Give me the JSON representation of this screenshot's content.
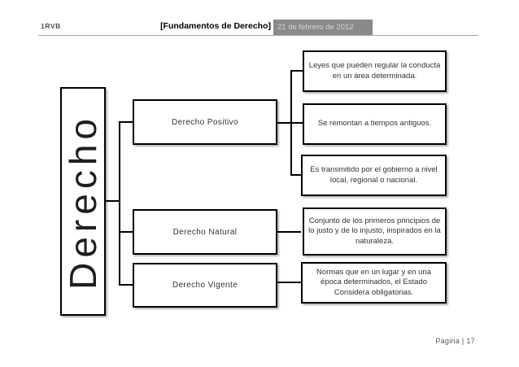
{
  "header": {
    "left_label": "1RVB",
    "course_title": "[Fundamentos de Derecho]",
    "date": "21 de febrero de 2012"
  },
  "footer": {
    "page_label": "Página | 17"
  },
  "colors": {
    "date_badge_bg": "#8a8a8a",
    "date_badge_text": "#d6d6d6",
    "rule": "#a6a6a6",
    "box_border": "#000000",
    "box_bg": "#ffffff",
    "muted_text": "#595959"
  },
  "diagram": {
    "root": {
      "label": "Derecho"
    },
    "branches": [
      {
        "label": "Derecho Positivo",
        "children": [
          "Leyes que pueden regular la conducta en un área determinada.",
          "Se remontan a tiempos antiguos.",
          "Es transmitido por el gobierno a nivel local, regional o nacional."
        ]
      },
      {
        "label": "Derecho Natural",
        "children": [
          "Conjunto de los primeros principios de lo justo y de lo injusto, inspirados en la naturaleza."
        ]
      },
      {
        "label": "Derecho Vigente",
        "children": [
          "Normas que en un lugar y en una época determinados, el Estado Considera obligatorias."
        ]
      }
    ]
  }
}
